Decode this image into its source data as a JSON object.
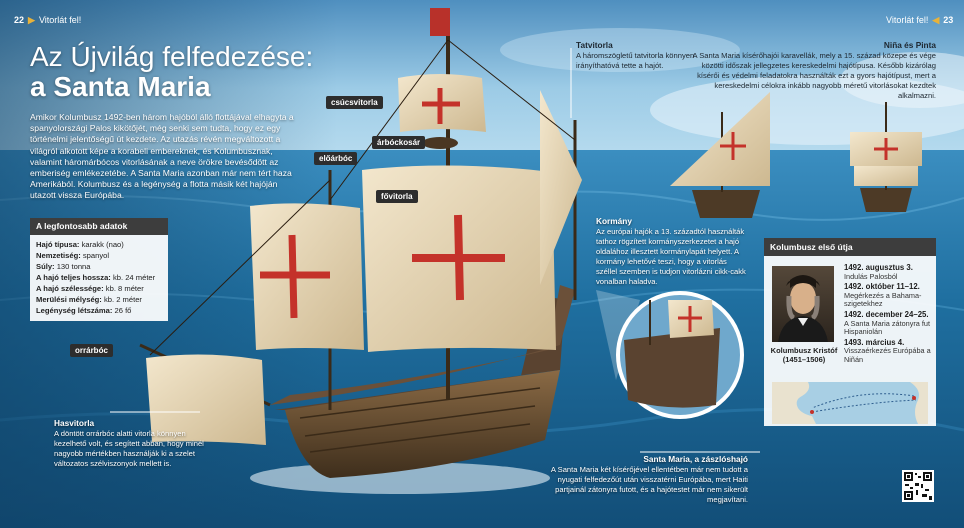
{
  "left_page": {
    "number": "22",
    "section": "Vitorlát fel!"
  },
  "right_page": {
    "number": "23",
    "section": "Vitorlát fel!"
  },
  "title": {
    "line1": "Az Újvilág felfedezése:",
    "line2": "a Santa Maria"
  },
  "intro": "Amikor Kolumbusz 1492-ben három hajóból álló flottájával elhagyta a spanyolországi Palos kikötőjét, még senki sem tudta, hogy ez egy történelmi jelentőségű út kezdete. Az utazás révén megváltozott a világról alkotott képe a korabeli embereknek, és Kolumbusznak, valamint háromárbócos vitorlásának a neve örökre bevésődött az emberiség emlékezetébe. A Santa Maria azonban már nem tért haza Amerikából. Kolumbusz és a legénység a flotta másik két hajóján utazott vissza Európába.",
  "facts": {
    "heading": "A legfontosabb adatok",
    "items": [
      {
        "k": "Hajó típusa:",
        "v": "karakk (nao)"
      },
      {
        "k": "Nemzetiség:",
        "v": "spanyol"
      },
      {
        "k": "Súly:",
        "v": "130 tonna"
      },
      {
        "k": "A hajó teljes hossza:",
        "v": "kb. 24 méter"
      },
      {
        "k": "A hajó szélessége:",
        "v": "kb. 8 méter"
      },
      {
        "k": "Merülési mélység:",
        "v": "kb. 2 méter"
      },
      {
        "k": "Legénység létszáma:",
        "v": "26 fő"
      }
    ]
  },
  "labels": {
    "csucsvitorla": "csúcsvitorla",
    "arbockosar": "árbóckosár",
    "eloarboc": "előárbóc",
    "fovitorla": "fővitorla",
    "orrarboc": "orrárbóc"
  },
  "notes": {
    "tatvitorla": {
      "title": "Tatvitorla",
      "text": "A háromszögletű tatvitorla könnyen irányíthatóvá tette a hajót."
    },
    "nina": {
      "title": "Niña és Pinta",
      "text": "A Santa Maria kísérőhajói karavellák, mely a 15. század közepe és vége közötti időszak jellegzetes kereskedelmi hajótípusa. Később kizárólag kísérői és védelmi feladatokra használták ezt a gyors hajótípust, mert a kereskedelmi célokra inkább nagyobb méretű vitorlásokat kezdtek alkalmazni."
    },
    "kormany": {
      "title": "Kormány",
      "text": "Az európai hajók a 13. századtól használták tathoz rögzített kormányszerkezetet a hajó oldalához illesztett kormánylapát helyett. A kormány lehetővé teszi, hogy a vitorlás széllel szemben is tudjon vitorlázni cikk-cakk vonalban haladva."
    },
    "hasvitorla": {
      "title": "Hasvitorla",
      "text": "A döntött orrárbóc alatti vitorla könnyen kezelhető volt, és segített abban, hogy minél nagyobb mértékben használják ki a szelet változatos szélviszonyok mellett is."
    },
    "zaszlo": {
      "title": "Santa Maria, a zászlóshajó",
      "text": "A Santa Maria két kísérőjével ellentétben már nem tudott a nyugati felfedezőút után visszatérni Európába, mert Haiti partjainál zátonyra futott, és a hajótestet már nem sikerült megjavítani."
    }
  },
  "columbus_box": {
    "heading": "Kolumbusz első útja",
    "caption": "Kolumbusz Kristóf (1451–1506)",
    "timeline": [
      {
        "date": "1492. augusztus 3.",
        "text": "Indulás Palosból"
      },
      {
        "date": "1492. október 11–12.",
        "text": "Megérkezés a Bahama-szigetekhez"
      },
      {
        "date": "1492. december 24–25.",
        "text": "A Santa Maria zátonyra fut Hispaniolán"
      },
      {
        "date": "1493. március 4.",
        "text": "Visszaérkezés Európába a Niñán"
      }
    ]
  },
  "colors": {
    "accent": "#e8b23a",
    "sea": "#1f6fa0",
    "sky": "#8ec3e2",
    "box_header": "#3d3d3d",
    "cross": "#c4322a"
  },
  "icons": [
    "qr-code-icon",
    "triangle-marker-icon"
  ]
}
